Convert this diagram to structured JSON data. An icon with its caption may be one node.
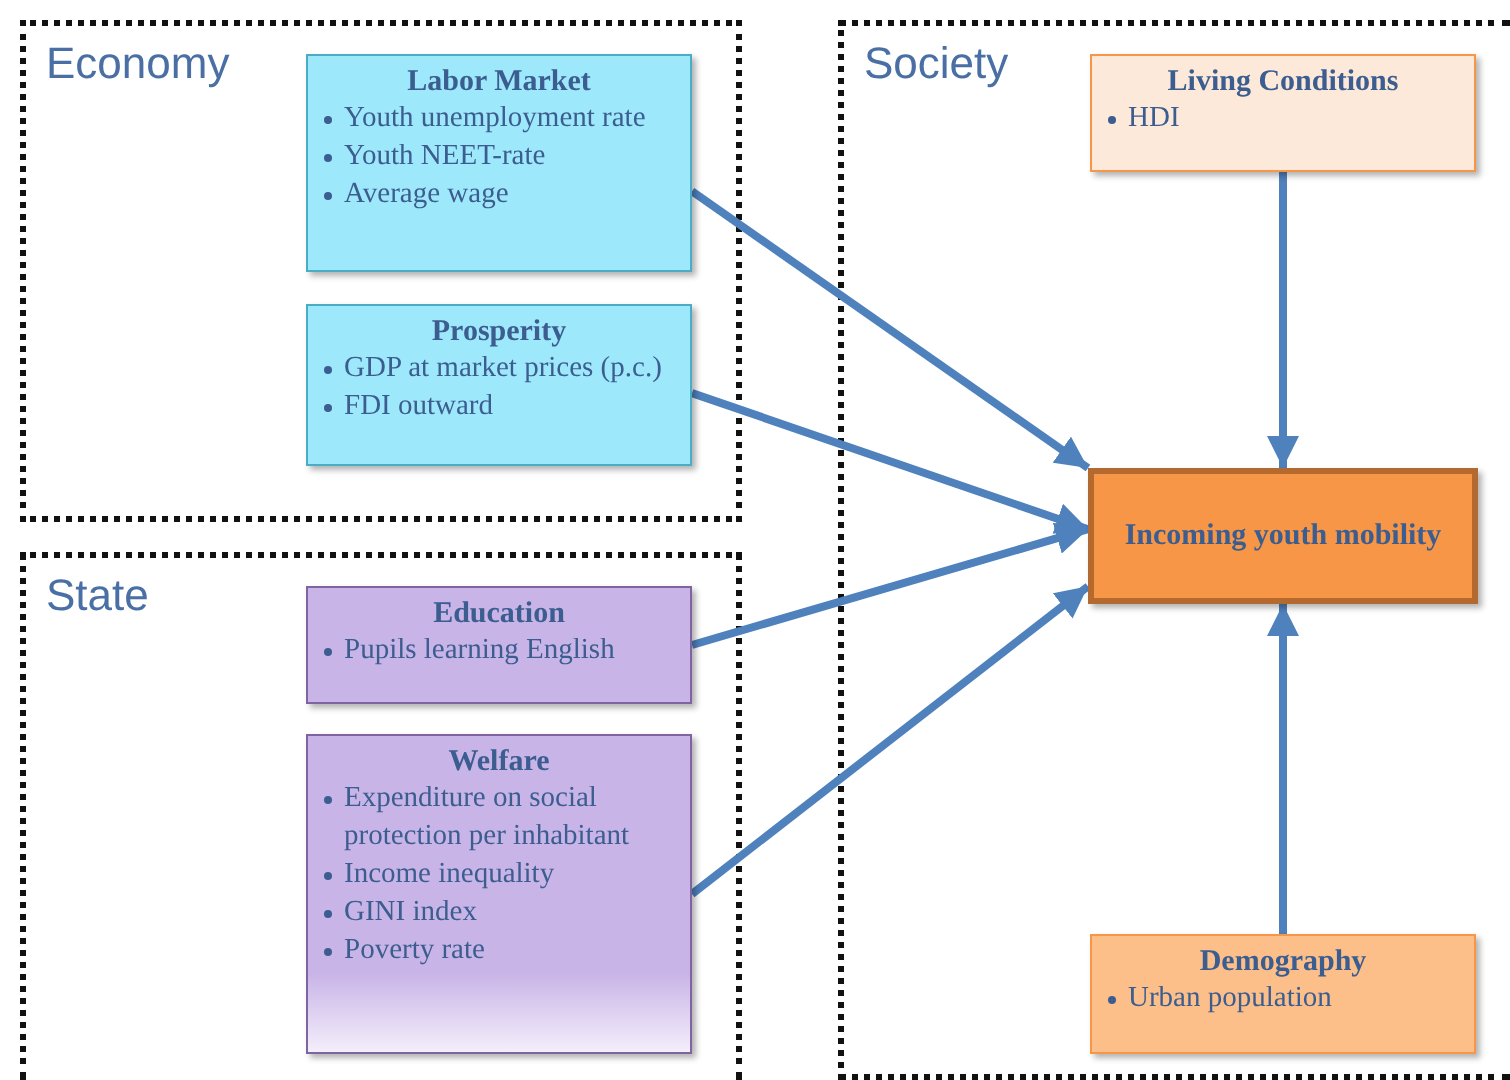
{
  "diagram": {
    "nodes": [
      {
        "text": [
          "Economy"
        ]
      },
      {
        "text": [
          "Labor Market",
          "Youth unemployment rate",
          "Youth NEET-rate",
          "Average wage"
        ],
        "in": 0
      },
      {
        "text": [
          "Prosperity",
          "GDP at market prices (p.c.)",
          "FDI outward"
        ],
        "in": 0
      },
      {
        "text": [
          "State"
        ]
      },
      {
        "text": [
          "Education",
          "Pupils learning English"
        ],
        "in": 3
      },
      {
        "text": [
          "Welfare",
          "Expenditure on social protection per inhabitant",
          "Income inequality",
          "GINI index",
          "Poverty rate"
        ],
        "in": 3
      },
      {
        "text": [
          "Society"
        ]
      },
      {
        "text": [
          "Living Conditions",
          "HDI"
        ],
        "in": 6
      },
      {
        "text": [
          "Incoming youth mobility"
        ],
        "in": 6
      },
      {
        "text": [
          "Demography",
          "Urban population"
        ],
        "in": 6
      }
    ],
    "edges": [
      {
        "from": 1,
        "to": 8,
        "arrow": "to"
      },
      {
        "from": 2,
        "to": 8,
        "arrow": "to"
      },
      {
        "from": 4,
        "to": 8,
        "arrow": "to"
      },
      {
        "from": 5,
        "to": 8,
        "arrow": "to"
      },
      {
        "from": 7,
        "to": 8,
        "arrow": "to"
      },
      {
        "from": 9,
        "to": 8,
        "arrow": "to"
      }
    ]
  }
}
